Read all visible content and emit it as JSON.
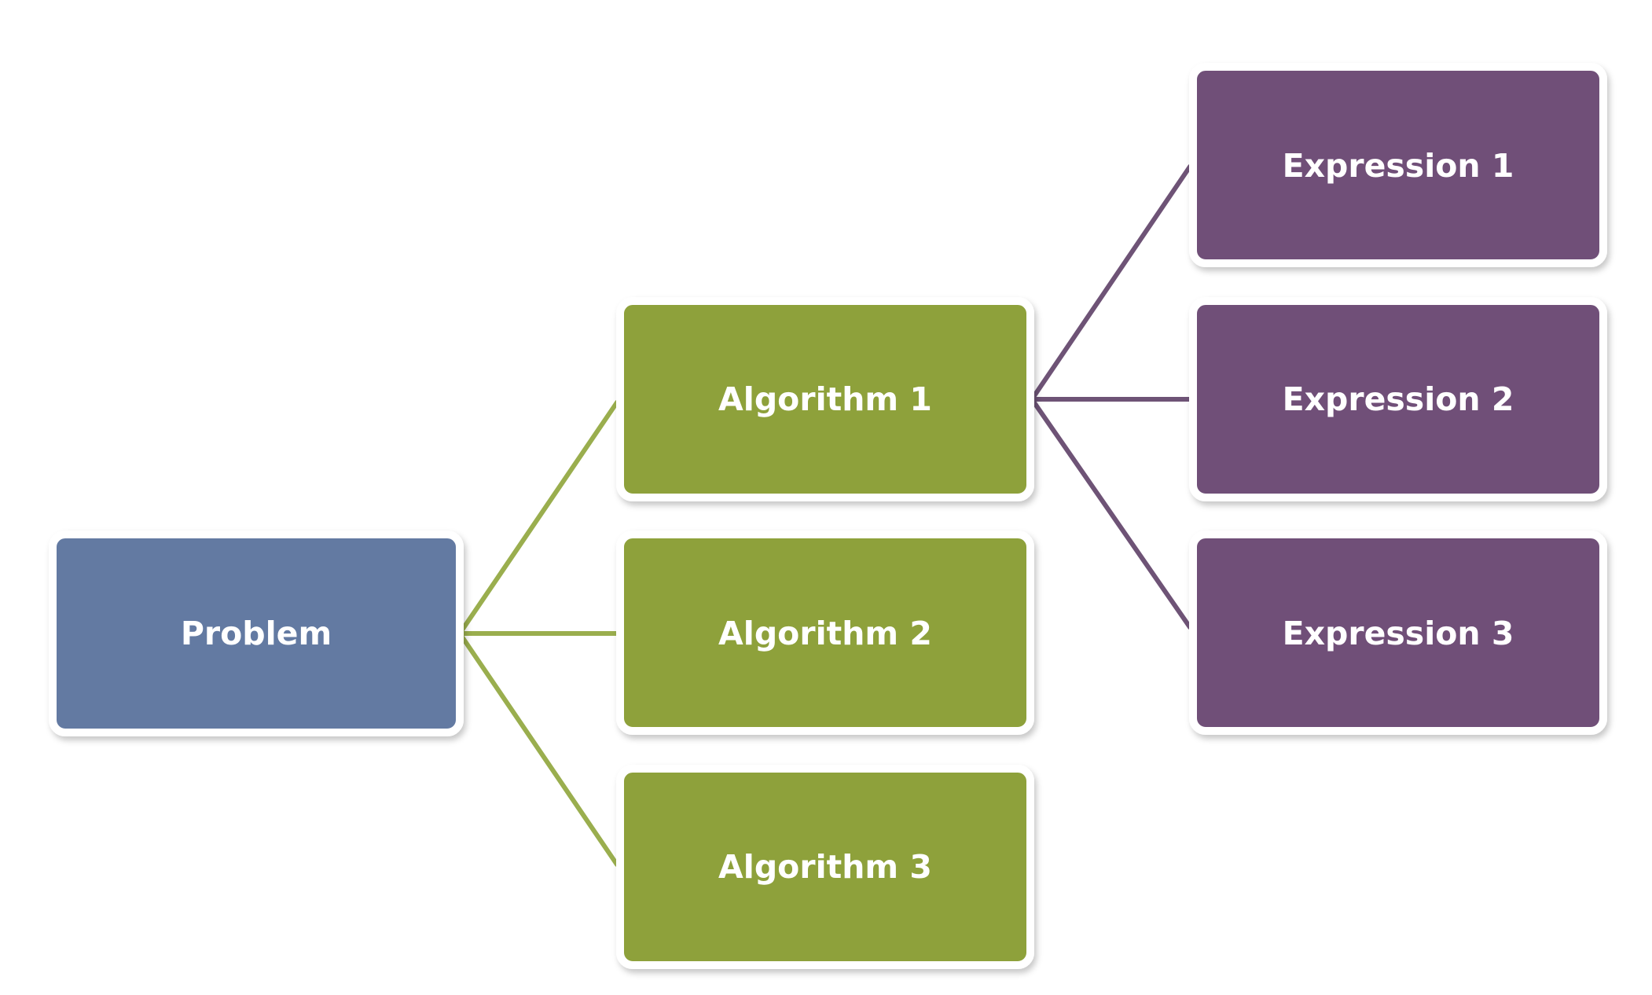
{
  "colors": {
    "problem": "#637aa2",
    "algorithm": "#8ea13a",
    "expression": "#705078",
    "algorithm_connector": "#9aae4e",
    "expression_connector": "#6e5376",
    "box_border": "#ffffff"
  },
  "nodes": {
    "problem": {
      "label": "Problem"
    },
    "algorithms": [
      {
        "label": "Algorithm 1"
      },
      {
        "label": "Algorithm 2"
      },
      {
        "label": "Algorithm 3"
      }
    ],
    "expressions": [
      {
        "label": "Expression 1"
      },
      {
        "label": "Expression 2"
      },
      {
        "label": "Expression 3"
      }
    ]
  }
}
